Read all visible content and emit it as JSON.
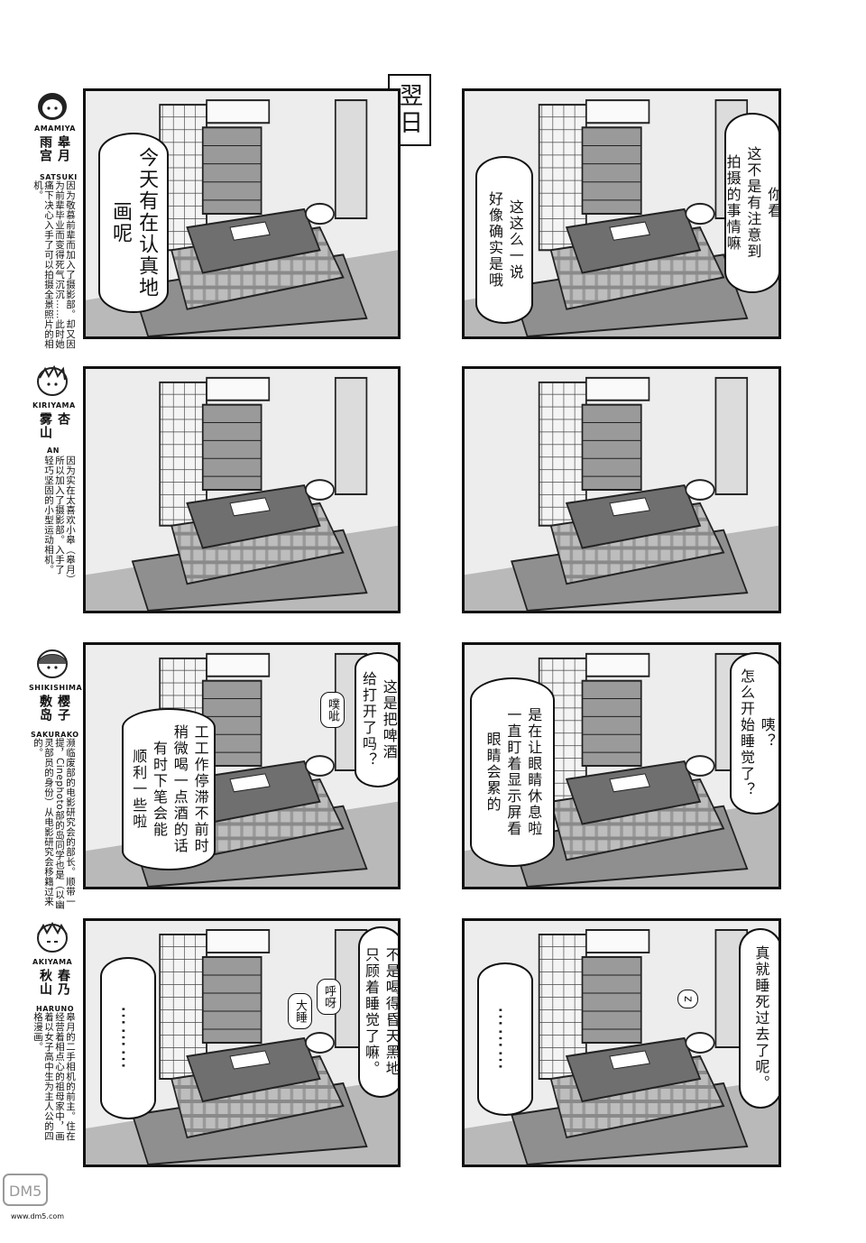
{
  "caption": "翌日",
  "characters": [
    {
      "romanized_1": "AMAMIYA",
      "romanized_2": "SATSUKI",
      "name_1": "雨宫",
      "name_2": "皋月",
      "bio": "因为敬慕前辈而加入了摄影部。却又因为前辈毕业而变得死气沉沉……此时她痛下决心入手了可以拍摄全景照片的相机。"
    },
    {
      "romanized_1": "KIRIYAMA",
      "romanized_2": "AN",
      "name_1": "雾山",
      "name_2": "杏",
      "bio": "因为实在太喜欢小皋（皋月）所以加入了摄影部。入手了轻巧坚固的小型运动相机。"
    },
    {
      "romanized_1": "SHIKISHIMA",
      "romanized_2": "SAKURAKO",
      "name_1": "敷岛",
      "name_2": "樱子",
      "bio": "濒临废部的电影研究会的部长。顺带一提，Cinephoto部的岛同学也是（以幽灵部员的身份）从电影研究会移籍过来的。"
    },
    {
      "romanized_1": "AKIYAMA",
      "romanized_2": "HARUNO",
      "name_1": "秋山",
      "name_2": "春乃",
      "bio": "皋月的二手相机的前主。住在经营着相点心的祖母家中，画着以女子高中生为主人公的四格漫画。"
    }
  ],
  "panels": {
    "p1": {
      "lines": [
        "今天有在认真地",
        "画呢"
      ]
    },
    "p2": {
      "lines": [
        "你看",
        "这不是有注意到",
        "拍摄的事情嘛"
      ],
      "lines_b": [
        "这这么一说",
        "好像确实是哦"
      ]
    },
    "p5": {
      "lines": [
        "这是把啤酒",
        "给打开了吗？"
      ],
      "lines_b": [
        "工工作停滞不前时",
        "稍微喝一点酒的话",
        "有时下笔会能",
        "顺利一些啦"
      ],
      "sfx": "噗呲"
    },
    "p6": {
      "lines": [
        "咦？",
        "怎么开始睡觉了？"
      ],
      "lines_b": [
        "是在让眼睛休息啦",
        "一直盯着显示屏看",
        "眼睛会累的"
      ]
    },
    "p7": {
      "lines": [
        "不是喝得昏天黑地",
        "只顾着睡觉了嘛。"
      ],
      "lines_b": [
        "………"
      ],
      "sfx_1": "大睡",
      "sfx_2": "呼呀"
    },
    "p8": {
      "lines": [
        "真就睡死过去了呢。"
      ],
      "lines_b": [
        "………"
      ],
      "sfx_1": "z"
    }
  },
  "watermark": {
    "logo": "DM5",
    "url": "www.dm5.com"
  }
}
